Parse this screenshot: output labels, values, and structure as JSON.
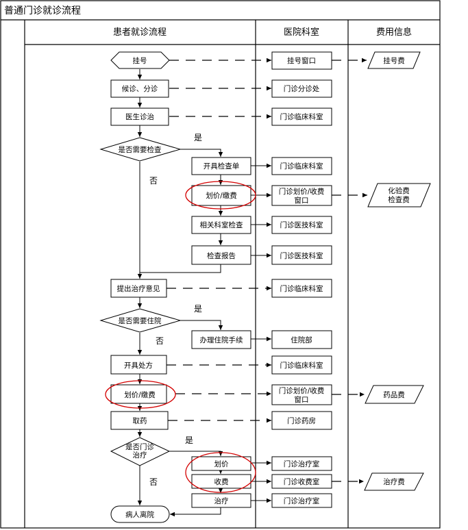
{
  "title": "普通门诊就诊流程",
  "headers": {
    "process": "患者就诊流程",
    "dept": "医院科室",
    "fee": "费用信息"
  },
  "nodes": {
    "register": "挂号",
    "triage": "候诊、分诊",
    "diagnose": "医生诊治",
    "need_exam": "是否需要检查",
    "exam_form": "开具检查单",
    "pay1": "划价/缴费",
    "dept_exam": "相关科室检查",
    "report": "检查报告",
    "opinion": "提出治疗意见",
    "need_hosp": "是否需要住院",
    "admit": "办理住院手续",
    "prescribe": "开具处方",
    "pay2": "划价/缴费",
    "pickup": "取药",
    "need_treat_1": "是否门诊",
    "need_treat_2": "治疗",
    "price": "划价",
    "charge": "收费",
    "treat": "治疗",
    "leave": "病人离院"
  },
  "labels": {
    "yes1": "是",
    "no1": "否",
    "yes2": "是",
    "no2": "否",
    "yes3": "是",
    "no3": "否"
  },
  "depts": {
    "reg_window": "挂号窗口",
    "triage_office": "门诊分诊处",
    "clinic1": "门诊临床科室",
    "clinic2": "门诊临床科室",
    "pay_window1_l1": "门诊划价/收费",
    "pay_window1_l2": "窗口",
    "tech1": "门诊医技科室",
    "tech2": "门诊医技科室",
    "clinic3": "门诊临床科室",
    "inpatient": "住院部",
    "clinic4": "门诊临床科室",
    "pay_window2_l1": "门诊划价/收费",
    "pay_window2_l2": "窗口",
    "pharmacy": "门诊药房",
    "treat_room1": "门诊治疗室",
    "cashier": "门诊收费室",
    "treat_room2": "门诊治疗室"
  },
  "fees": {
    "reg_fee": "挂号费",
    "lab_fee_l1": "化验费",
    "lab_fee_l2": "检查费",
    "drug_fee": "药品费",
    "treat_fee": "治疗费"
  }
}
